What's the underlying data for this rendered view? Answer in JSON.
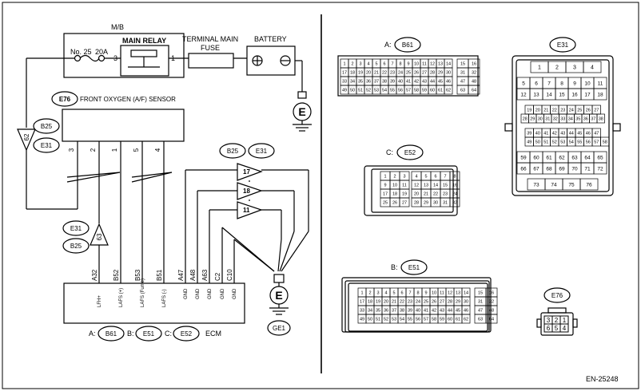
{
  "left": {
    "mb_label": "M/B",
    "fuse_no": "No. 25",
    "fuse_amp": "20A",
    "main_relay": "MAIN RELAY",
    "relay_pin_3": "3",
    "relay_pin_1": "1",
    "terminal_fuse_1": "TERMINAL MAIN",
    "terminal_fuse_2": "FUSE",
    "battery": "BATTERY",
    "ground_letter": "E",
    "sensor_conn": "E76",
    "sensor_label": "FRONT OXYGEN (A/F) SENSOR",
    "sensor_pins": [
      "3",
      "2",
      "1",
      "5",
      "4"
    ],
    "b25": "B25",
    "e31": "E31",
    "tri_62": "62",
    "tri_63": "63",
    "tri_17": "17",
    "tri_18": "18",
    "tri_11": "11",
    "ecm_pins": [
      "A32",
      "B52",
      "B53",
      "B51",
      "A47",
      "A48",
      "A63",
      "C2",
      "C10"
    ],
    "ecm_terms": [
      "LFH+",
      "LAFS (+)",
      "LAFS (Fume)",
      "LAFS (-)",
      "GND",
      "GND",
      "GND",
      "GND",
      "GND"
    ],
    "ge1": "GE1",
    "ecm_a_prefix": "A:",
    "ecm_a_conn": "B61",
    "ecm_b_prefix": "B:",
    "ecm_b_conn": "E51",
    "ecm_c_prefix": "C:",
    "ecm_c_conn": "E52",
    "ecm_label": "ECM"
  },
  "right": {
    "b61_prefix": "A:",
    "b61_name": "B61",
    "e31_name": "E31",
    "e52_prefix": "C:",
    "e52_name": "E52",
    "e51_prefix": "B:",
    "e51_name": "E51",
    "e76_name": "E76",
    "e76_pins": [
      "3",
      "2",
      "1",
      "6",
      "5",
      "4"
    ]
  },
  "doc_id": "EN-25248"
}
